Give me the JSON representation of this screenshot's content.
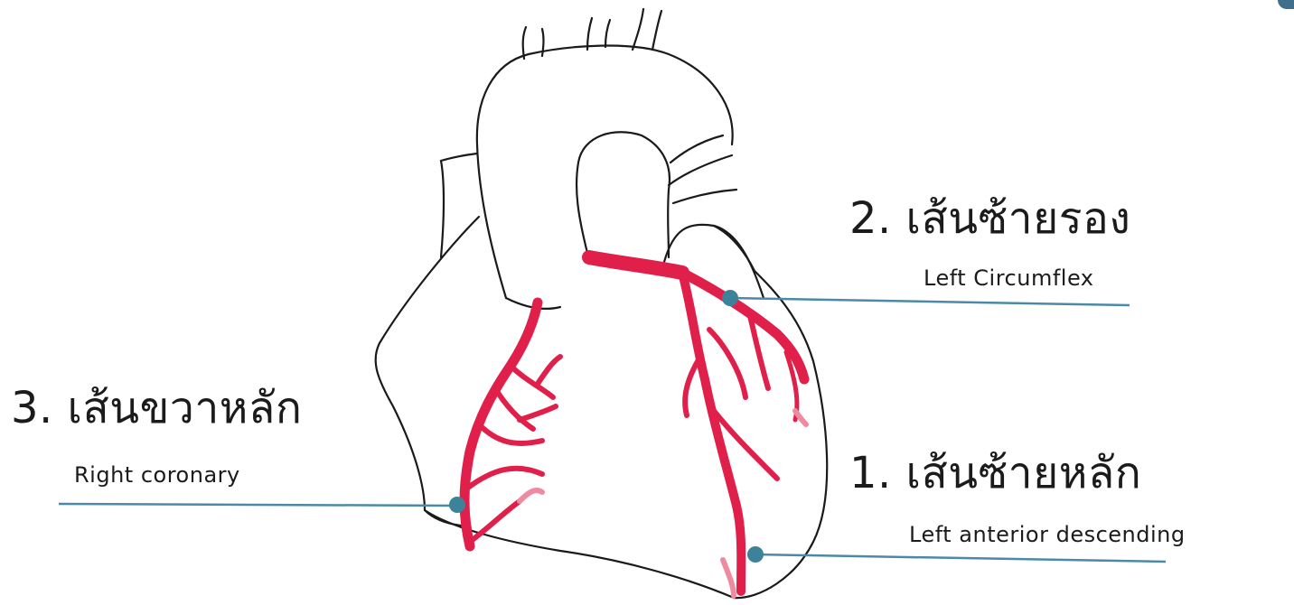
{
  "labels": {
    "left_circumflex": {
      "number_thai": "2. เส้นซ้ายรอง",
      "english": "Left Circumflex"
    },
    "right_coronary": {
      "number_thai": "3. เส้นขวาหลัก",
      "english": "Right coronary"
    },
    "left_anterior_descending": {
      "number_thai": "1. เส้นซ้ายหลัก",
      "english": "Left anterior descending"
    }
  },
  "colors": {
    "outline": "#1a1a1a",
    "artery": "#e0204a",
    "artery_faded": "#f08aa0",
    "pointer_line": "#4a8aa8",
    "pointer_dot": "#3d8299"
  }
}
